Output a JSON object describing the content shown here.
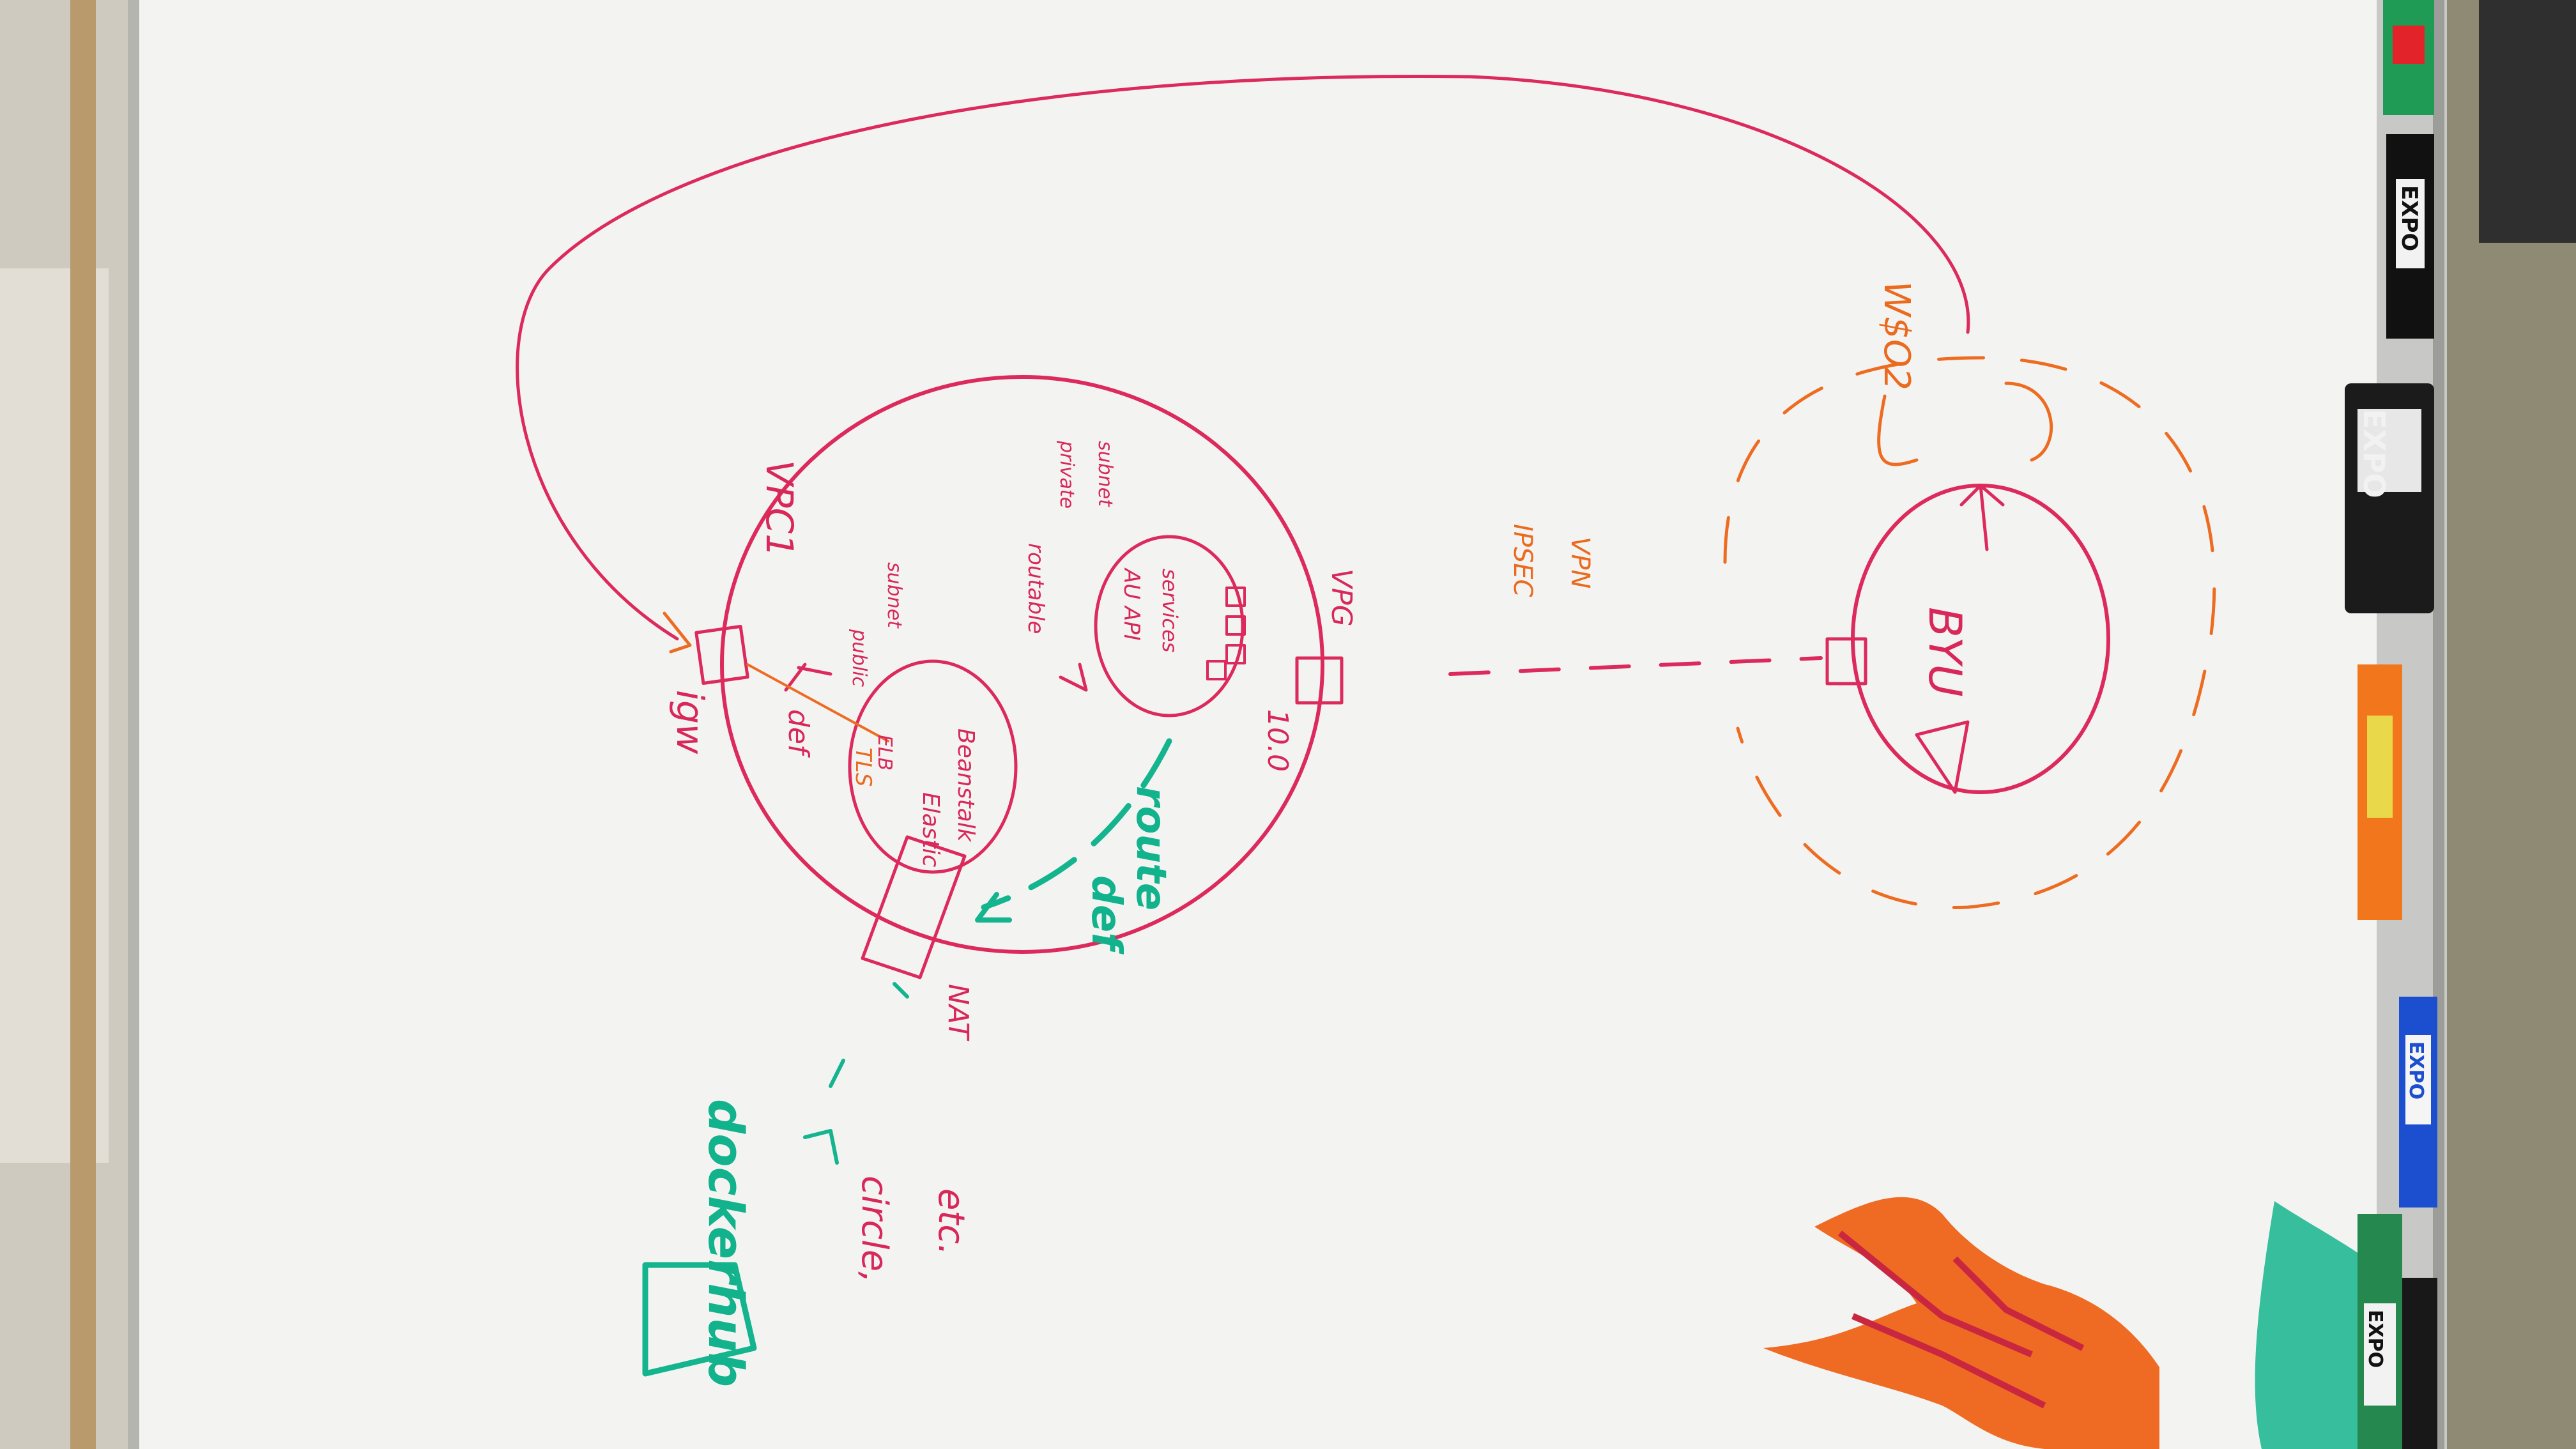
{
  "labels": {
    "vpc": "VPC1",
    "igw": "igw",
    "def_left": "def",
    "public_subnet_1": "public",
    "public_subnet_2": "subnet",
    "elastic_1": "Elastic",
    "elastic_2": "Beanstalk",
    "tls": "TLS",
    "elb": "ELB",
    "routable": "routable",
    "private_subnet_1": "private",
    "private_subnet_2": "subnet",
    "au_api": "AU API",
    "services": "services",
    "vpg": "VPG",
    "ip_range": "10.0",
    "nat": "NAT",
    "ipsec": "IPSEC",
    "vpn": "VPN",
    "byu": "BYU",
    "w_or_o2": "W$O2",
    "def_route_1": "def",
    "def_route_2": "route",
    "dockerhub": "dockerhub",
    "circle": "circle,",
    "etc": "etc."
  },
  "marker_brands": {
    "eraser": "EXPO",
    "marker_black": "EXPO",
    "marker_blue": "EXPO",
    "marker_green": "EXPO"
  },
  "colors": {
    "board": "#f3f4f2",
    "red_ink": "#dc2a5c",
    "orange_ink": "#ee6c22",
    "green_ink": "#14b48e",
    "frame": "#b7b7b2"
  }
}
